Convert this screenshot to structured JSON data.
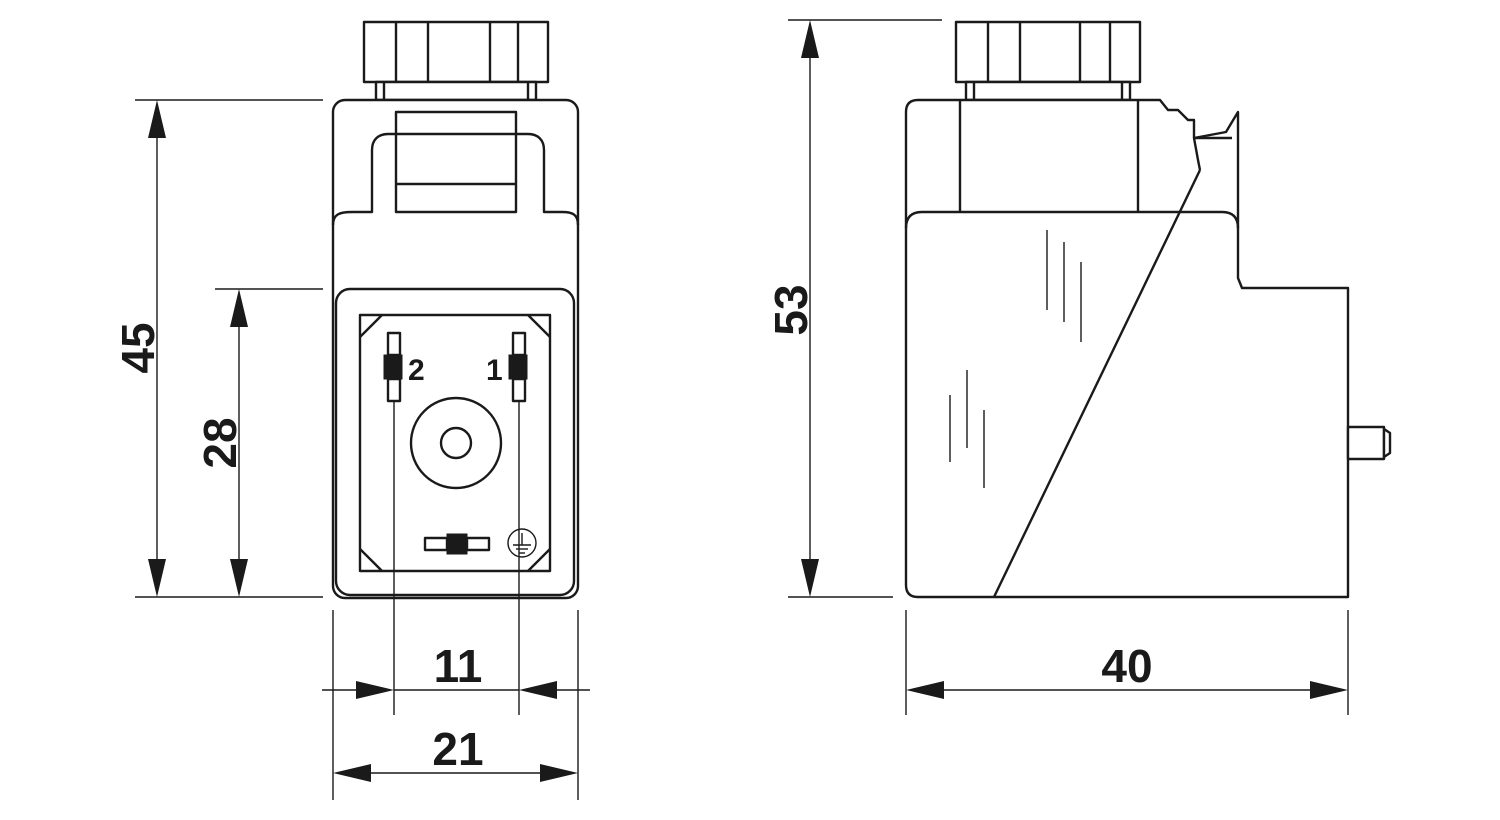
{
  "front_view": {
    "dim_height_total": "45",
    "dim_height_face": "28",
    "dim_width_pins": "11",
    "dim_width_total": "21",
    "pin_labels": [
      "2",
      "1"
    ]
  },
  "side_view": {
    "dim_height_total": "53",
    "dim_depth_total": "40"
  },
  "colors": {
    "line": "#1a1a1a",
    "background": "#ffffff"
  }
}
